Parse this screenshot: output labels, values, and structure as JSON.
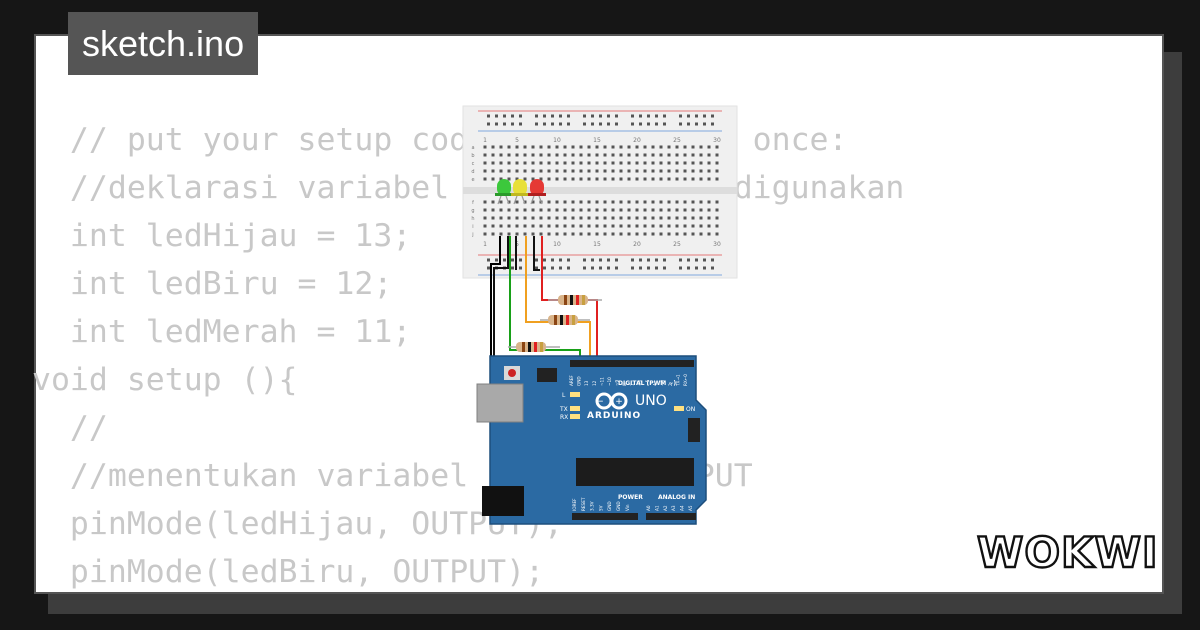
{
  "title": "sketch.ino",
  "brand": "WOKWI",
  "code_lines": [
    "  // put your setup code here, to run once:",
    "  //deklarasi variabel pin yang akan digunakan",
    "  int ledHijau = 13;",
    "  int ledBiru = 12;",
    "  int ledMerah = 11;",
    "void setup (){",
    "  //",
    "  //menentukan variabel sebagai OUTPUT",
    "  pinMode(ledHijau, OUTPUT);",
    "  pinMode(ledBiru, OUTPUT);"
  ],
  "breadboard": {
    "column_numbers": [
      "1",
      "5",
      "10",
      "15",
      "20",
      "25",
      "30"
    ],
    "row_letters_top": [
      "a",
      "b",
      "c",
      "d",
      "e"
    ],
    "row_letters_bottom": [
      "f",
      "g",
      "h",
      "i",
      "j"
    ]
  },
  "leds": [
    {
      "color": "green",
      "hex": "#3cc83c"
    },
    {
      "color": "yellow",
      "hex": "#e8e03a"
    },
    {
      "color": "red",
      "hex": "#e53935"
    }
  ],
  "arduino": {
    "model": "UNO",
    "brand": "ARDUINO",
    "header_label": "DIGITAL (PWM ~)",
    "power_label": "POWER",
    "analog_label": "ANALOG IN",
    "on_label": "ON",
    "indicator_labels": [
      "L",
      "TX",
      "RX"
    ],
    "pin_labels_top": [
      "AREF",
      "GND",
      "13",
      "12",
      "~11",
      "~10",
      "~9",
      "8",
      "7",
      "~6",
      "~5",
      "4",
      "~3",
      "2",
      "TX→1",
      "RX←0"
    ],
    "pin_labels_power": [
      "IOREF",
      "RESET",
      "3.3V",
      "5V",
      "GND",
      "GND",
      "Vin"
    ],
    "pin_labels_analog": [
      "A0",
      "A1",
      "A2",
      "A3",
      "A4",
      "A5"
    ]
  }
}
